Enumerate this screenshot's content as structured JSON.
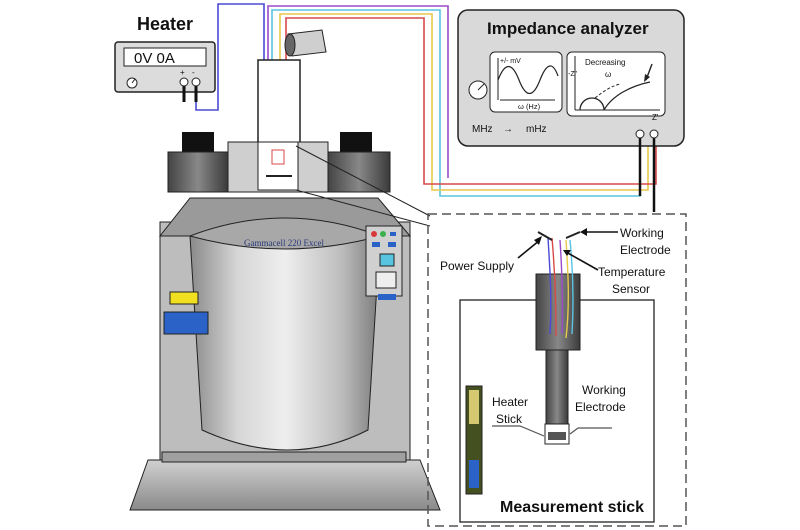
{
  "heater": {
    "title": "Heater",
    "display": "0V  0A",
    "plus": "+",
    "minus": "-"
  },
  "impedance_analyzer": {
    "title": "Impedance analyzer",
    "wave_y_label": "+/- mV",
    "wave_x_label": "ω (Hz)",
    "nyquist_decreasing": "Decreasing",
    "nyquist_omega": "ω",
    "nyquist_y_label": "-Z''",
    "nyquist_x_label": "Z'",
    "freq_high": "MHz",
    "freq_arrow": "→",
    "freq_low": "mHz"
  },
  "irradiator": {
    "brand": "Gammacell 220 Excel"
  },
  "measurement_stick": {
    "title": "Measurement stick",
    "power_supply": "Power Supply",
    "working_electrode_top_1": "Working",
    "working_electrode_top_2": "Electrode",
    "temperature_sensor_1": "Temperature",
    "temperature_sensor_2": "Sensor",
    "working_electrode_bottom_1": "Working",
    "working_electrode_bottom_2": "Electrode",
    "heater_stick_1": "Heater",
    "heater_stick_2": "Stick"
  },
  "colors": {
    "wire_blue": "#4a4ad6",
    "wire_cyan": "#58c4e0",
    "wire_yellow": "#e8c94a",
    "wire_red": "#d84a4a",
    "wire_purple": "#9a4ac8",
    "panel_gray": "#d9d9d9",
    "machine_gray": "#b8b8b8"
  }
}
